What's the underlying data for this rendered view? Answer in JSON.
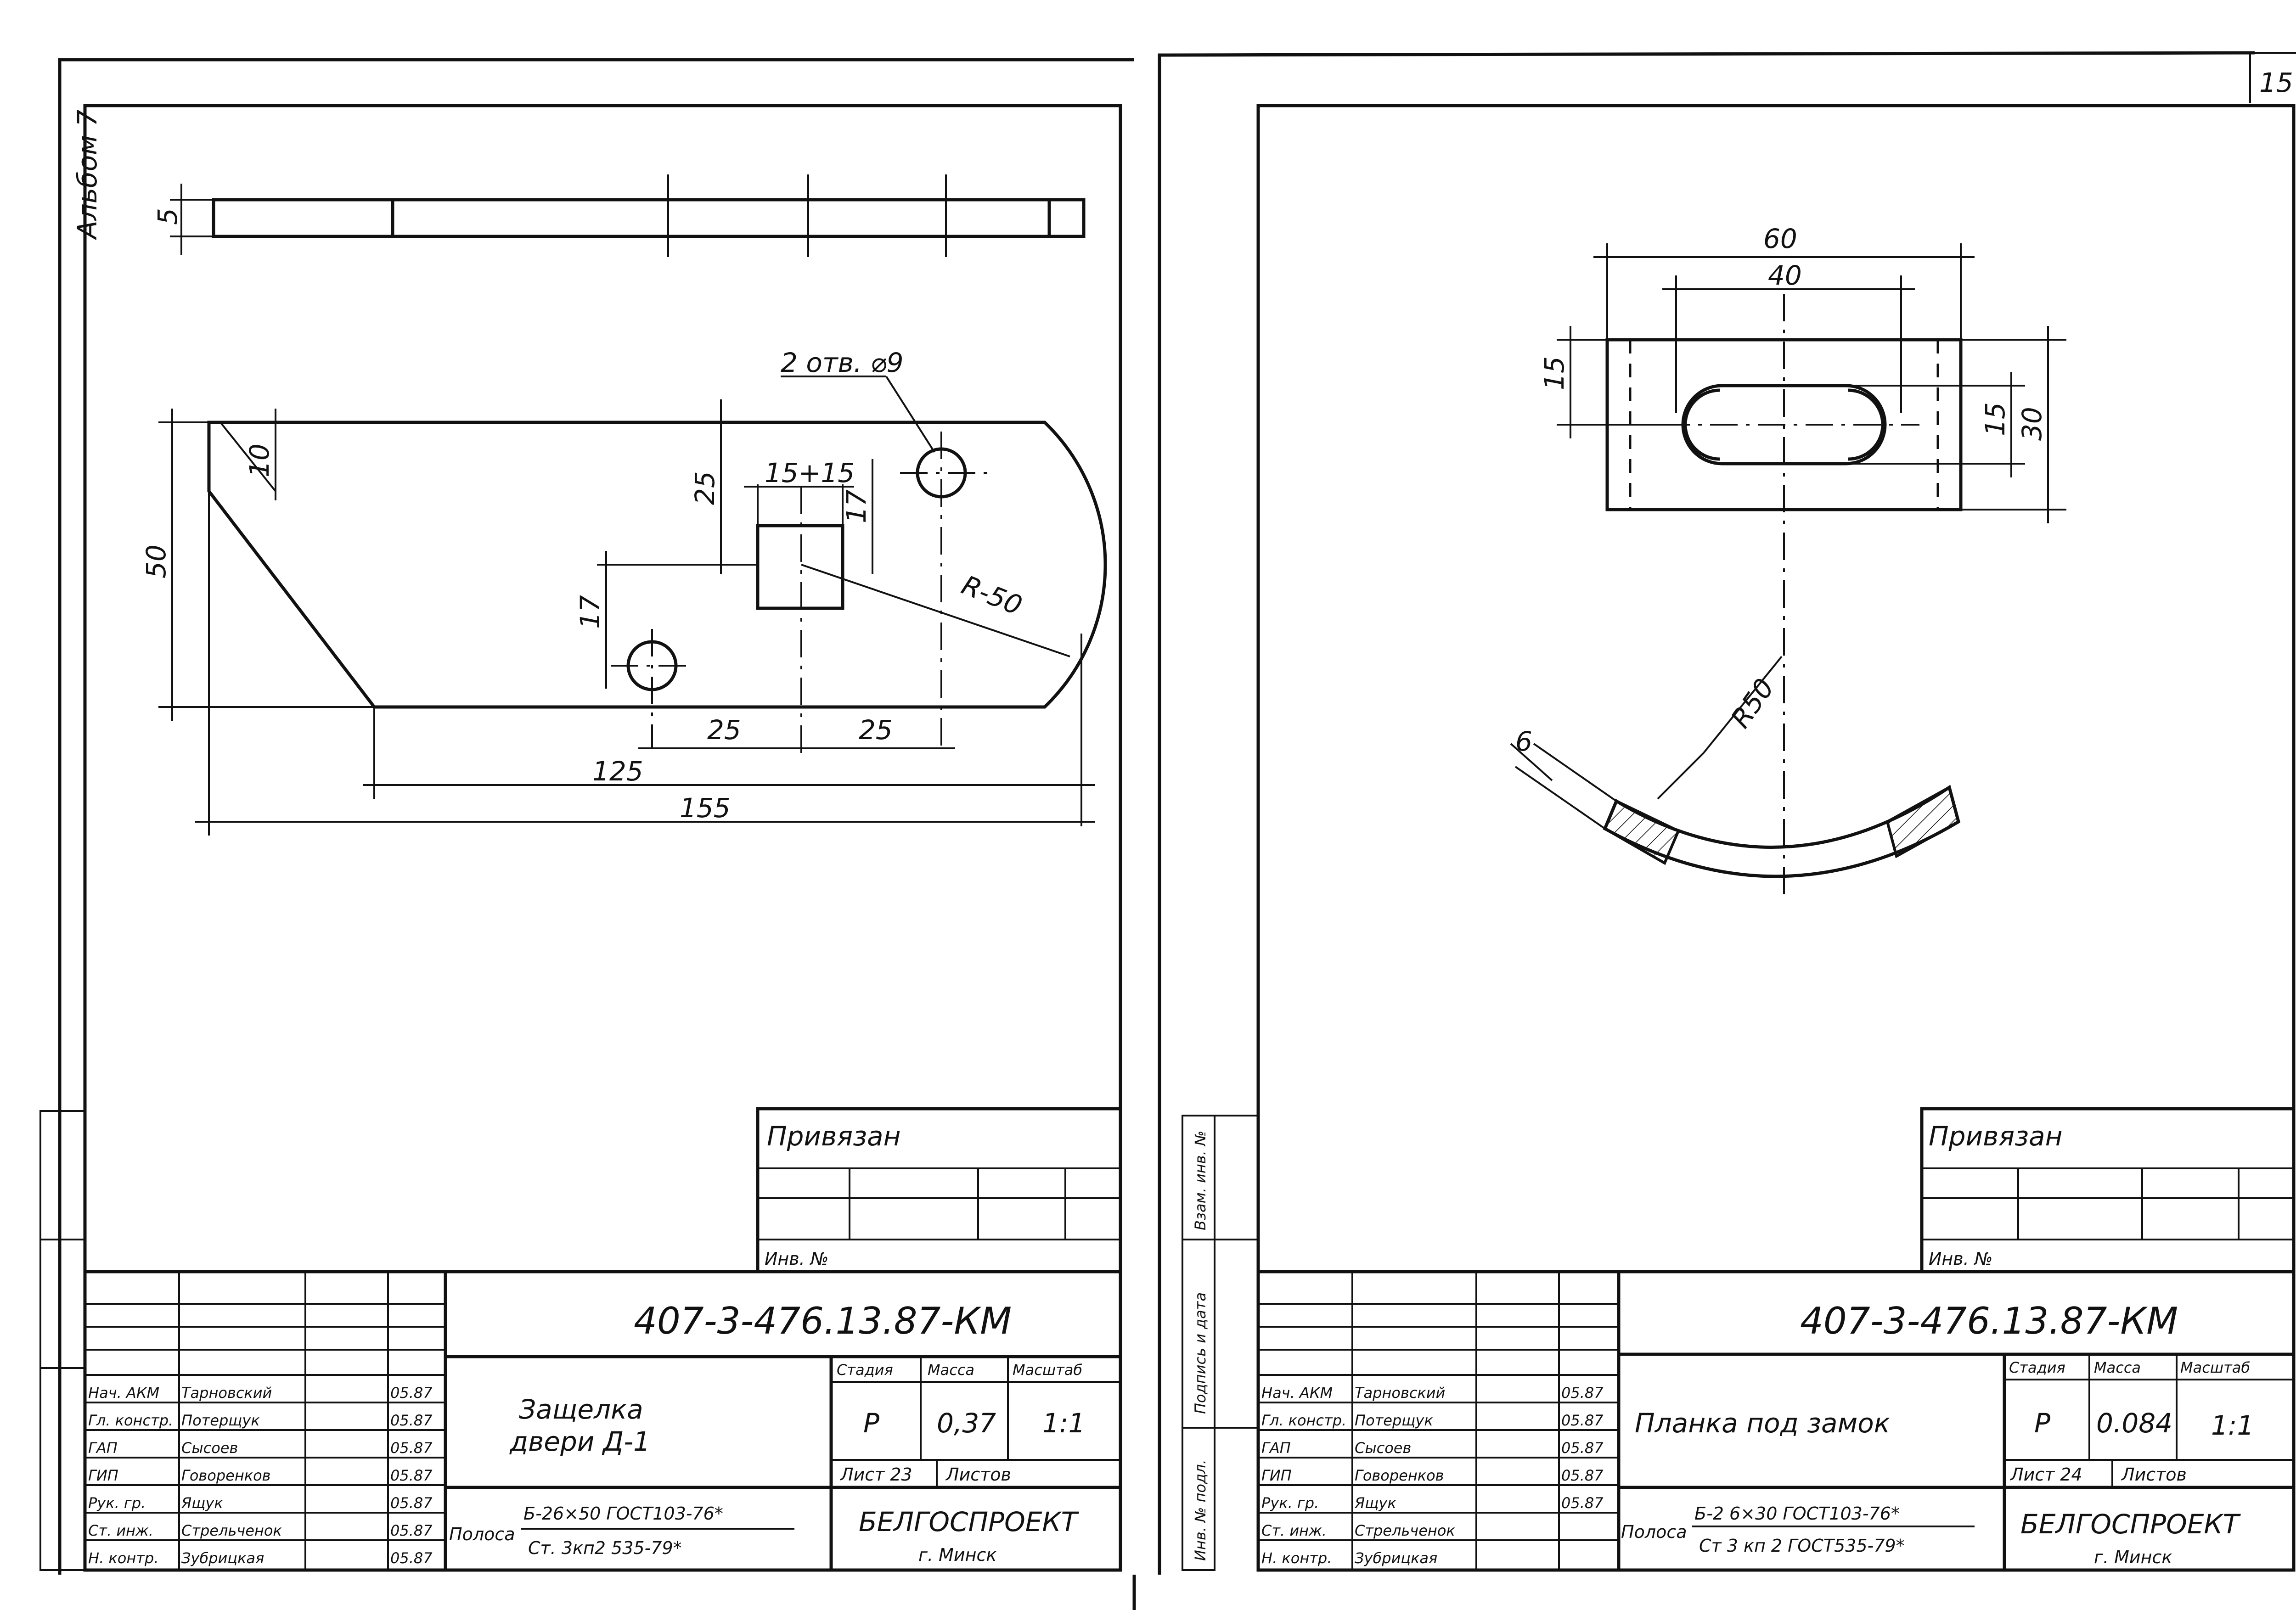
{
  "album_label": "Альбом 7",
  "corner_mark": "15",
  "side_labels": [
    "Взам. инв. №",
    "Подпись и дата",
    "Инв. № подл."
  ],
  "sheets": [
    {
      "privyazan": "Привязан",
      "inv_no": "Инв. №",
      "doc_code": "407-3-476.13.87-КМ",
      "title_line1": "Защелка",
      "title_line2": "двери Д-1",
      "stage_hdr": "Стадия",
      "mass_hdr": "Масса",
      "scale_hdr": "Масштаб",
      "stage": "Р",
      "mass": "0,37",
      "scale": "1:1",
      "sheet_label": "Лист 23",
      "sheets_label": "Листов",
      "material_prefix": "Полоса",
      "material_top": "Б-26×50 ГОСТ103-76*",
      "material_bottom": "Ст. 3кп2 535-79*",
      "org": "БЕЛГОСПРОЕКТ",
      "city": "г. Минск",
      "staff": [
        {
          "role": "Нач. АКМ",
          "name": "Тарновский",
          "date": "05.87"
        },
        {
          "role": "Гл. констр.",
          "name": "Потерщук",
          "date": "05.87"
        },
        {
          "role": "ГАП",
          "name": "Сысоев",
          "date": "05.87"
        },
        {
          "role": "ГИП",
          "name": "Говоренков",
          "date": "05.87"
        },
        {
          "role": "Рук. гр.",
          "name": "Ящук",
          "date": "05.87"
        },
        {
          "role": "Ст. инж.",
          "name": "Стрельченок",
          "date": "05.87"
        },
        {
          "role": "Н. контр.",
          "name": "Зубрицкая",
          "date": "05.87"
        }
      ],
      "dims": {
        "thickness": "5",
        "chamfer": "10",
        "height": "50",
        "top_offset": "25",
        "slot": "15+15",
        "slot_h": "17",
        "hole_off": "17",
        "holes": "2 отв. ⌀9",
        "radius": "R-50",
        "d25a": "25",
        "d25b": "25",
        "d125": "125",
        "d155": "155"
      }
    },
    {
      "privyazan": "Привязан",
      "inv_no": "Инв. №",
      "doc_code": "407-3-476.13.87-КМ",
      "title_line1": "Планка под замок",
      "stage_hdr": "Стадия",
      "mass_hdr": "Масса",
      "scale_hdr": "Масштаб",
      "stage": "Р",
      "mass": "0.084",
      "scale": "1:1",
      "sheet_label": "Лист 24",
      "sheets_label": "Листов",
      "material_prefix": "Полоса",
      "material_top": "Б-2 6×30 ГОСТ103-76*",
      "material_bottom": "Ст 3 кп 2 ГОСТ535-79*",
      "org": "БЕЛГОСПРОЕКТ",
      "city": "г. Минск",
      "staff": [
        {
          "role": "Нач. АКМ",
          "name": "Тарновский",
          "date": "05.87"
        },
        {
          "role": "Гл. констр.",
          "name": "Потерщук",
          "date": "05.87"
        },
        {
          "role": "ГАП",
          "name": "Сысоев",
          "date": "05.87"
        },
        {
          "role": "ГИП",
          "name": "Говоренков",
          "date": "05.87"
        },
        {
          "role": "Рук. гр.",
          "name": "Ящук",
          "date": "05.87"
        },
        {
          "role": "Ст. инж.",
          "name": "Стрельченок",
          "date": ""
        },
        {
          "role": "Н. контр.",
          "name": "Зубрицкая",
          "date": ""
        }
      ],
      "dims": {
        "w60": "60",
        "w40": "40",
        "h15": "15",
        "s15": "15",
        "h30": "30",
        "r50": "R50",
        "t6": "6"
      }
    }
  ]
}
